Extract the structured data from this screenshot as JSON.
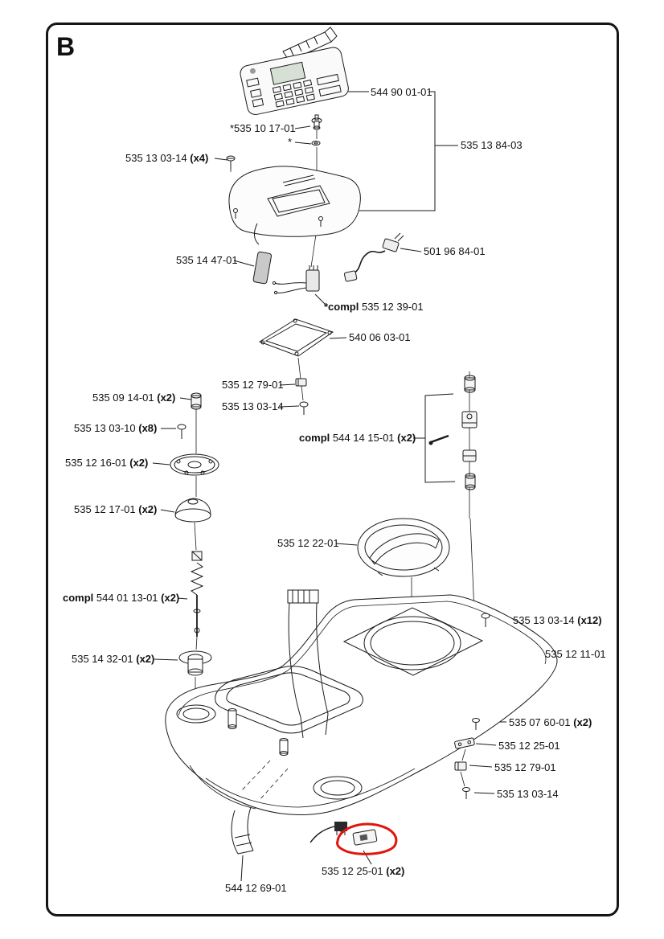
{
  "page": {
    "section": "B"
  },
  "colors": {
    "annotation": "#e0150d",
    "line": "#1a1a1a"
  },
  "labels": [
    {
      "pre": "",
      "num": "544 90 01-01",
      "qty": ""
    },
    {
      "pre": "",
      "num": "*535 10 17-01",
      "qty": ""
    },
    {
      "pre": "",
      "num": "*",
      "qty": ""
    },
    {
      "pre": "",
      "num": "535 13 03-14 ",
      "qty": "(x4)"
    },
    {
      "pre": "",
      "num": "535 13 84-03",
      "qty": ""
    },
    {
      "pre": "",
      "num": "535 14 47-01",
      "qty": ""
    },
    {
      "pre": "",
      "num": "501 96 84-01",
      "qty": ""
    },
    {
      "pre": "*compl ",
      "num": "535 12 39-01",
      "qty": ""
    },
    {
      "pre": "",
      "num": "540 06 03-01",
      "qty": ""
    },
    {
      "pre": "",
      "num": "535 12 79-01",
      "qty": ""
    },
    {
      "pre": "",
      "num": "535 13 03-14",
      "qty": ""
    },
    {
      "pre": "",
      "num": "535 09 14-01 ",
      "qty": "(x2)"
    },
    {
      "pre": "",
      "num": "535 13 03-10 ",
      "qty": "(x8)"
    },
    {
      "pre": "",
      "num": "535 12 16-01 ",
      "qty": "(x2)"
    },
    {
      "pre": "",
      "num": "535 12 17-01 ",
      "qty": "(x2)"
    },
    {
      "pre": "compl ",
      "num": "544 14 15-01 ",
      "qty": "(x2)"
    },
    {
      "pre": "",
      "num": "535 12 22-01",
      "qty": ""
    },
    {
      "pre": "compl ",
      "num": "544 01 13-01 ",
      "qty": "(x2)"
    },
    {
      "pre": "",
      "num": "535 13 03-14 ",
      "qty": "(x12)"
    },
    {
      "pre": "",
      "num": "535 12 11-01",
      "qty": ""
    },
    {
      "pre": "",
      "num": "535 14 32-01 ",
      "qty": "(x2)"
    },
    {
      "pre": "",
      "num": "535 07 60-01 ",
      "qty": "(x2)"
    },
    {
      "pre": "",
      "num": "535 12 25-01",
      "qty": ""
    },
    {
      "pre": "",
      "num": "535 12 79-01",
      "qty": ""
    },
    {
      "pre": "",
      "num": "535 13 03-14",
      "qty": ""
    },
    {
      "pre": "",
      "num": "535 12 25-01 ",
      "qty": "(x2)"
    },
    {
      "pre": "",
      "num": "544 12 69-01",
      "qty": ""
    }
  ]
}
